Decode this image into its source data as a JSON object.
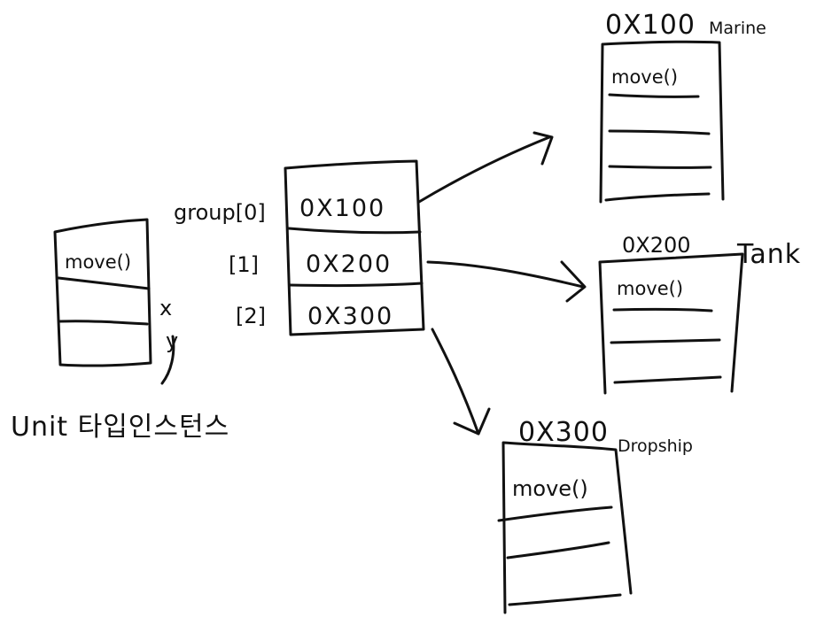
{
  "unit": {
    "method": "move()",
    "x": "x",
    "y": "y",
    "caption": "Unit 타입인스턴스"
  },
  "group": {
    "label_0": "group[0]",
    "label_1": "[1]",
    "label_2": "[2]",
    "cells": [
      "0X100",
      "0X200",
      "0X300"
    ]
  },
  "objects": [
    {
      "address": "0X100",
      "name": "Marine",
      "method": "move()"
    },
    {
      "address": "0X200",
      "name": "Tank",
      "method": "move()"
    },
    {
      "address": "0X300",
      "name": "Dropship",
      "method": "move()"
    }
  ]
}
